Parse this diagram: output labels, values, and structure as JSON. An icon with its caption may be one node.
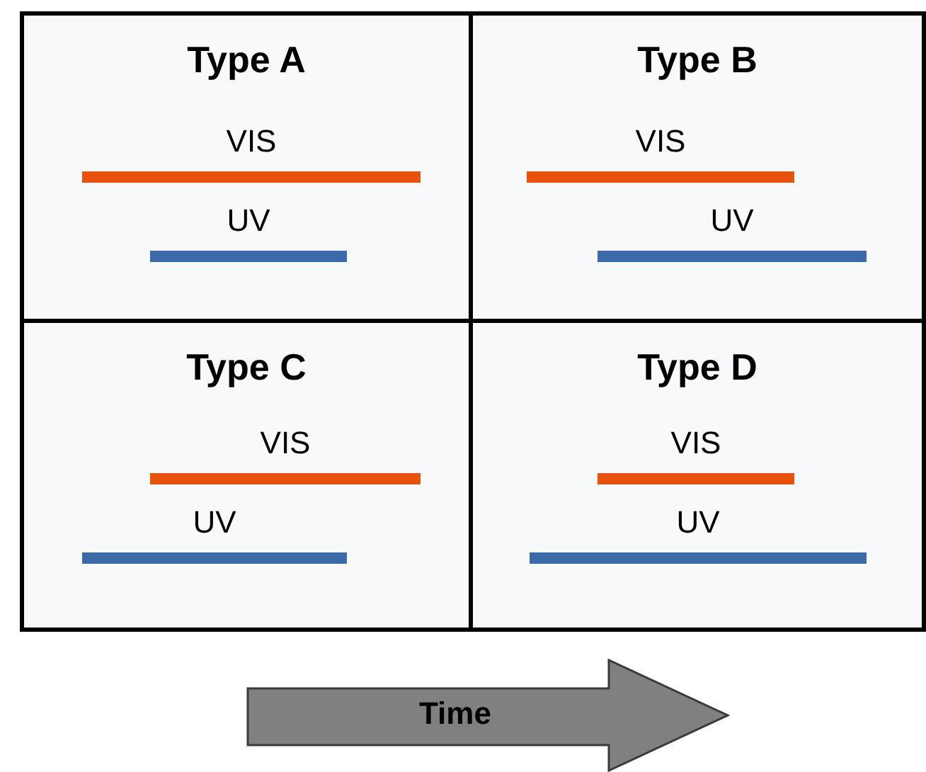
{
  "diagram": {
    "nodes": [
      {
        "text": [
          "Type A"
        ]
      },
      {
        "text": [
          "VIS"
        ],
        "in": 0
      },
      {
        "text": [
          "UV"
        ],
        "in": 0
      },
      {
        "text": [
          "Type B"
        ]
      },
      {
        "text": [
          "VIS"
        ],
        "in": 3
      },
      {
        "text": [
          "UV"
        ],
        "in": 3
      },
      {
        "text": [
          "Type C"
        ]
      },
      {
        "text": [
          "VIS"
        ],
        "in": 6
      },
      {
        "text": [
          "UV"
        ],
        "in": 6
      },
      {
        "text": [
          "Type D"
        ]
      },
      {
        "text": [
          "VIS"
        ],
        "in": 9
      },
      {
        "text": [
          "UV"
        ],
        "in": 9
      },
      {
        "text": [
          "Time"
        ]
      }
    ]
  }
}
